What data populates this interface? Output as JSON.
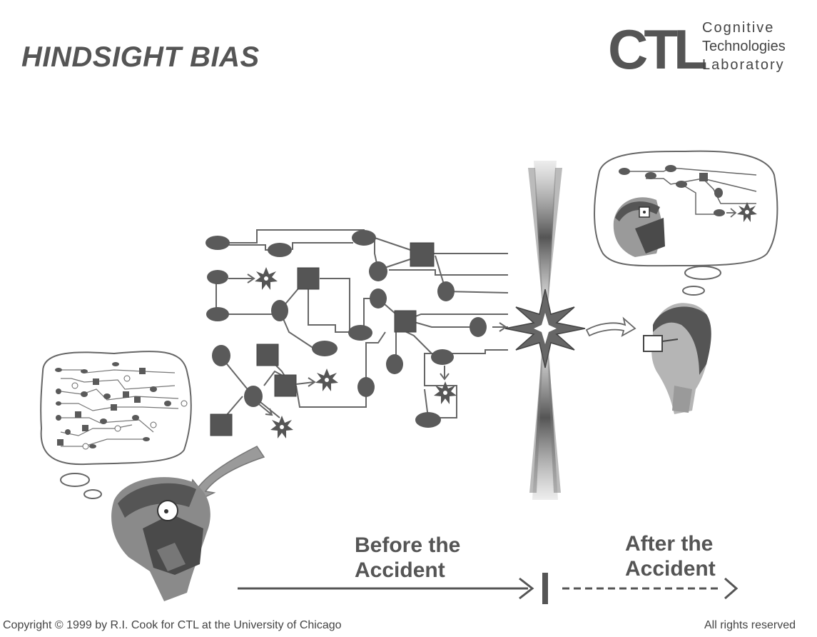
{
  "title": "HINDSIGHT BIAS",
  "logo": {
    "mark": "CTL",
    "line1": "Cognitive",
    "line2": "Technologies",
    "line3": "Laboratory"
  },
  "timeline": {
    "before_line1": "Before the",
    "before_line2": "Accident",
    "after_line1": "After the",
    "after_line2": "Accident"
  },
  "footer": {
    "copyright": "Copyright © 1999 by R.I. Cook for CTL at the University of Chicago",
    "rights": "All rights reserved"
  },
  "colors": {
    "ink": "#555555",
    "node": "#5a5a5a",
    "line": "#666666"
  }
}
